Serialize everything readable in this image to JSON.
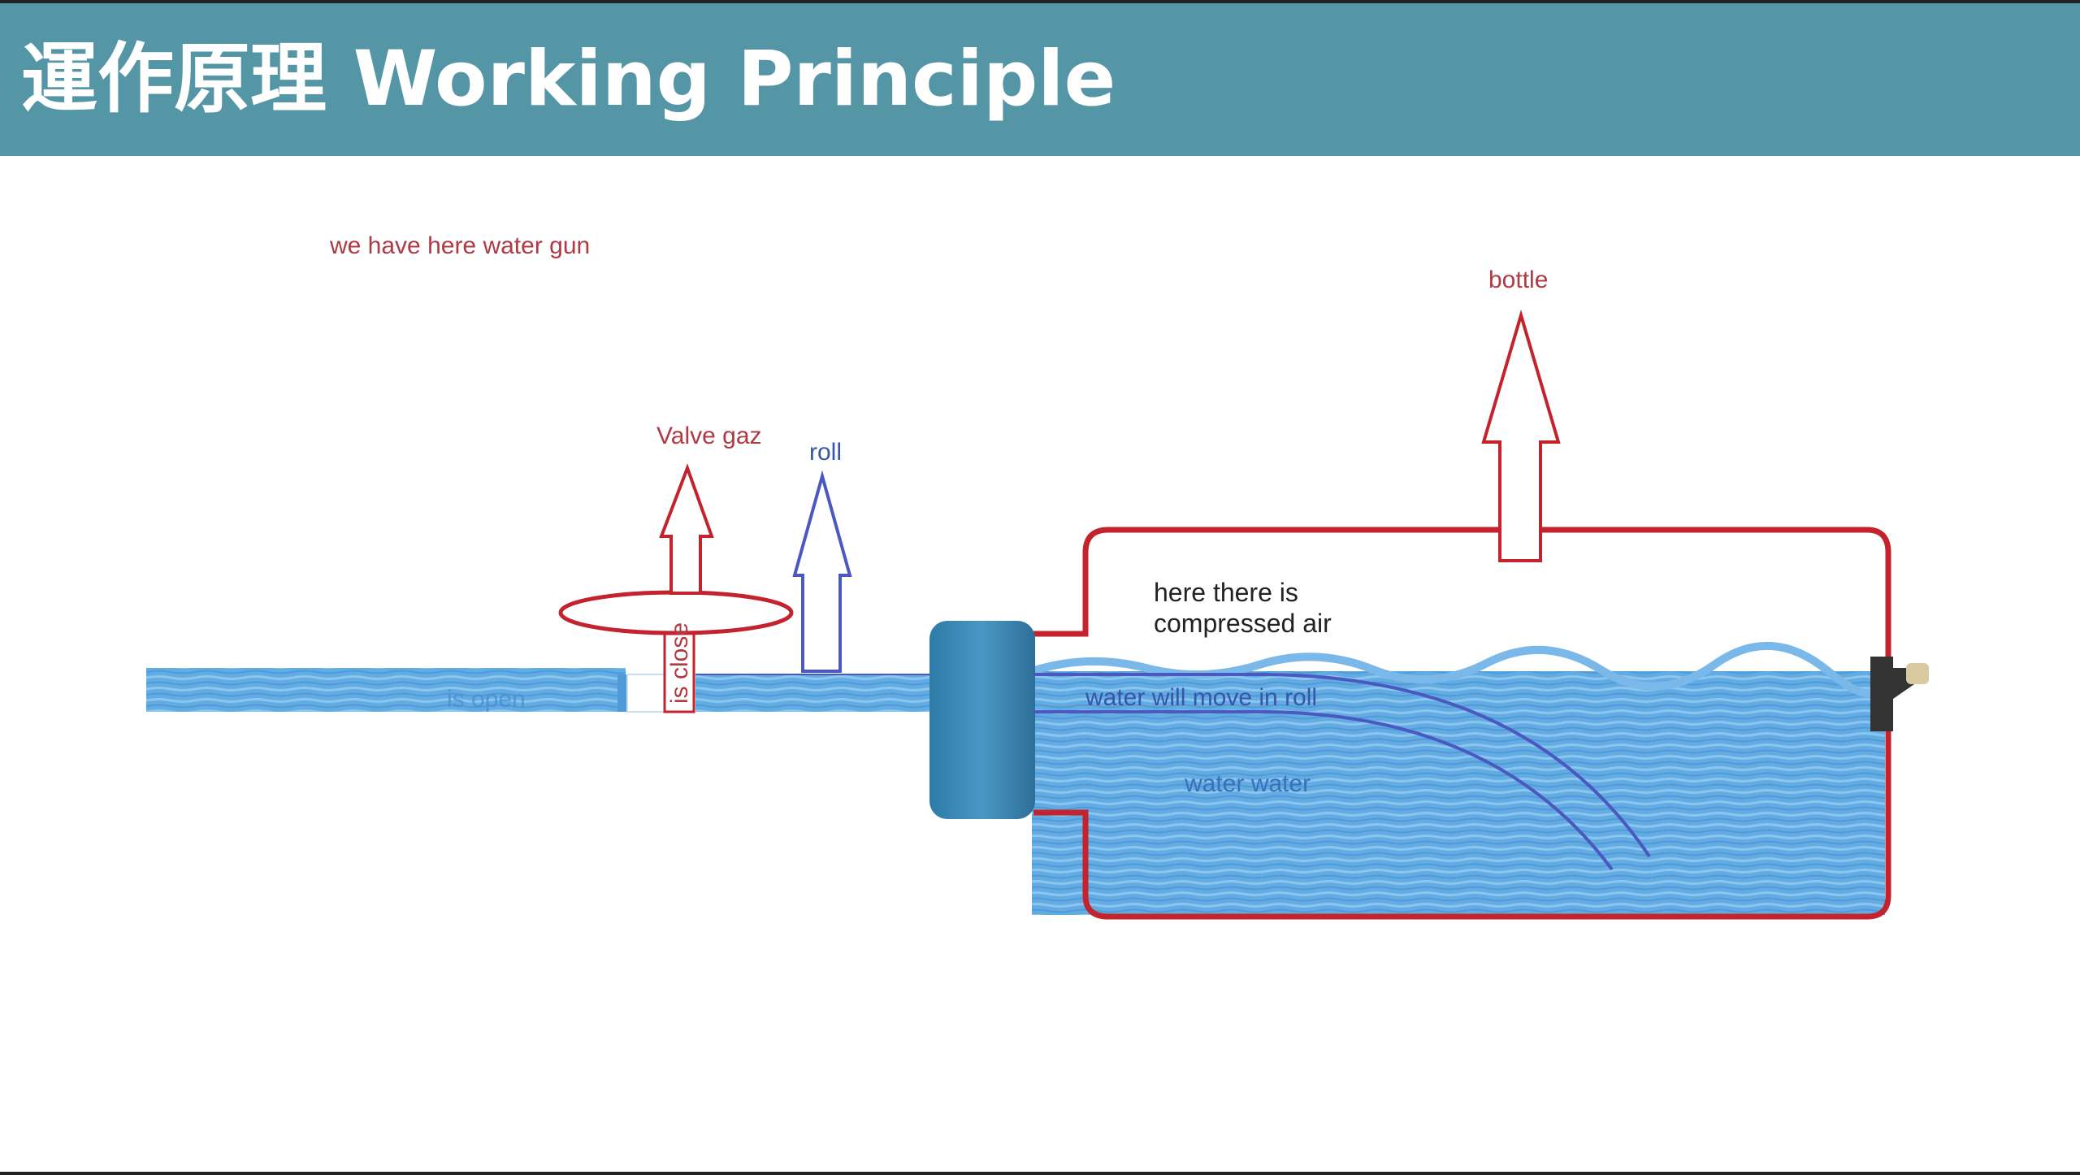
{
  "slide": {
    "title": "運作原理 Working Principle"
  },
  "diagram": {
    "labels": {
      "caption": "we have here water gun",
      "valve": "Valve gaz",
      "roll": "roll",
      "bottle": "bottle",
      "compressed_air_line1": "here there is",
      "compressed_air_line2": "compressed air",
      "is_close": "is close",
      "is_open": "is open",
      "water_move": "water will move in roll",
      "water_water": "water water"
    },
    "colors": {
      "header": "#5596a6",
      "red_outline": "#c4222c",
      "water_blue": "#5aa6e0",
      "cap_blue": "#3a86b4",
      "roll_blue": "#4a58c0",
      "label_red": "#b03a44",
      "label_blue": "#3a55a8"
    }
  }
}
